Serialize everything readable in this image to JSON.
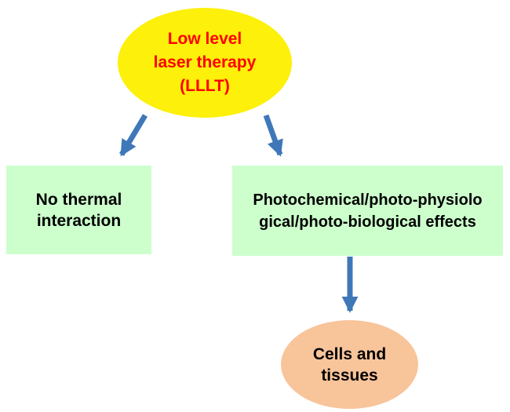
{
  "nodes": {
    "root": {
      "text": "Low level\nlaser therapy\n(LLLT)",
      "fill": "#fdf00a",
      "text_color": "#ff0000"
    },
    "left": {
      "text": "No thermal\ninteraction",
      "fill": "#ccffcc",
      "text_color": "#000000"
    },
    "right": {
      "text": "Photochemical/photo-physiolo\ngical/photo-biological effects",
      "fill": "#ccffcc",
      "text_color": "#000000"
    },
    "bottom": {
      "text": "Cells and\ntissues",
      "fill": "#f8c49a",
      "text_color": "#000000"
    }
  },
  "edges": [
    {
      "from": "root",
      "to": "left"
    },
    {
      "from": "root",
      "to": "right"
    },
    {
      "from": "right",
      "to": "bottom"
    }
  ],
  "colors": {
    "arrow": "#3f78b9"
  }
}
